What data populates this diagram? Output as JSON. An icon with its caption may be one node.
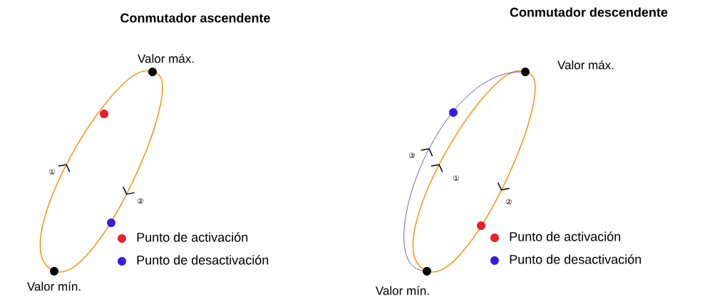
{
  "diagram": {
    "nodes": [
      {
        "text": [],
        "shape": "circle",
        "beside": [
          "Valor máx."
        ]
      },
      {
        "text": [],
        "shape": "circle",
        "beside": [
          "Valor mín."
        ]
      },
      {
        "text": [],
        "shape": "circle",
        "beside": [
          "Valor máx."
        ]
      },
      {
        "text": [],
        "shape": "circle",
        "beside": [
          "Valor mín."
        ]
      }
    ],
    "edges": [
      {
        "from": 1,
        "to": 0,
        "arrow": "to",
        "label": "①"
      },
      {
        "from": 0,
        "to": 1,
        "arrow": "to",
        "label": "②"
      },
      {
        "from": 3,
        "to": 2,
        "arrow": "to",
        "label": "①"
      },
      {
        "from": 2,
        "to": 3,
        "arrow": "to",
        "label": "②"
      },
      {
        "from": 3,
        "to": 2,
        "arrow": "to",
        "label": "③",
        "color": "#5b2d9e"
      }
    ],
    "labels": [
      "Conmutador ascendente",
      "Conmutador descendente"
    ],
    "legend": [
      {
        "text": "Punto de activación",
        "color": "#e8202a"
      },
      {
        "text": "Punto de desactivación",
        "color": "#3a1ae8"
      },
      {
        "text": "Punto de activación",
        "color": "#e8202a"
      },
      {
        "text": "Punto de desactivación",
        "color": "#3a1ae8"
      }
    ]
  }
}
